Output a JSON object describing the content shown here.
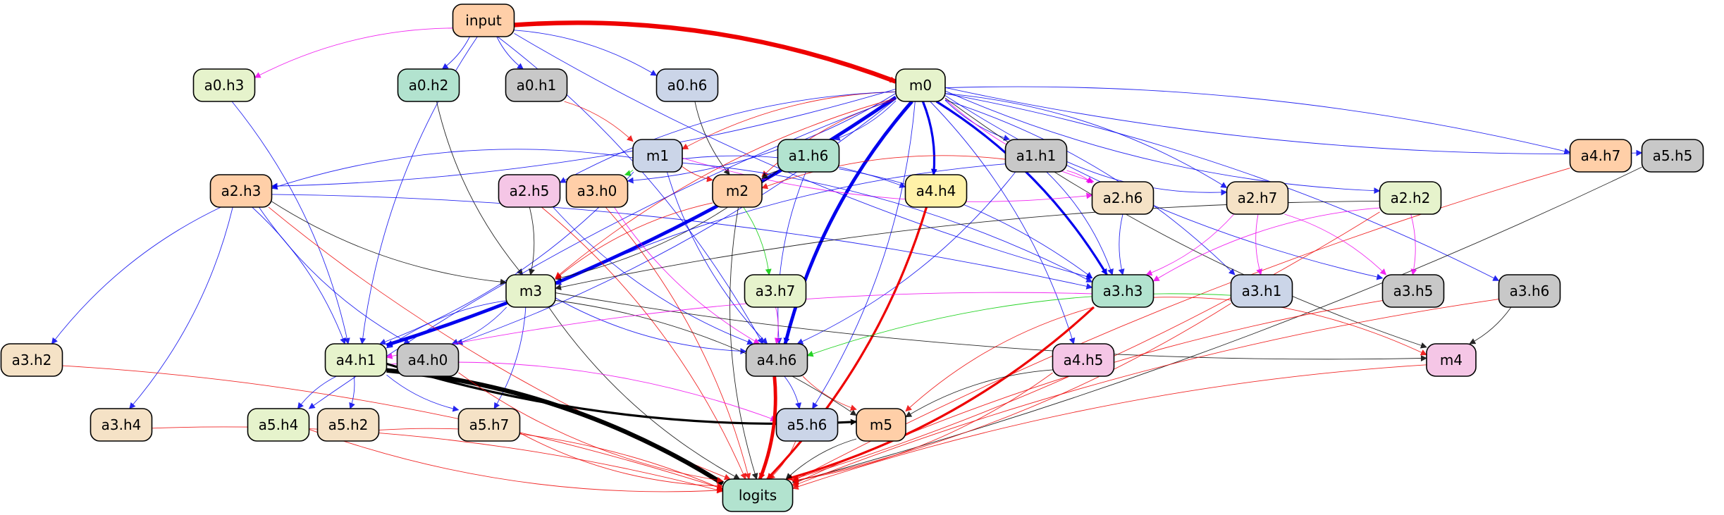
{
  "colors": {
    "peach": "#FFCFA8",
    "lightgreen": "#E6F3CC",
    "teal": "#B2E3CF",
    "gray": "#C8C8C8",
    "slate": "#CBD5E8",
    "pink": "#F5C6E6",
    "beige": "#F5E2C6",
    "yellow": "#FFF2A8",
    "blue": "#0000EE",
    "red": "#EE0000",
    "magenta": "#EE00EE",
    "green": "#00CC00",
    "black": "#000000"
  },
  "nodes": [
    {
      "id": "input",
      "label": "input",
      "fill": "peach"
    },
    {
      "id": "a0.h3",
      "label": "a0.h3",
      "fill": "lightgreen"
    },
    {
      "id": "a0.h2",
      "label": "a0.h2",
      "fill": "teal"
    },
    {
      "id": "a0.h1",
      "label": "a0.h1",
      "fill": "gray"
    },
    {
      "id": "a0.h6",
      "label": "a0.h6",
      "fill": "slate"
    },
    {
      "id": "m0",
      "label": "m0",
      "fill": "lightgreen"
    },
    {
      "id": "m1",
      "label": "m1",
      "fill": "slate"
    },
    {
      "id": "a1.h6",
      "label": "a1.h6",
      "fill": "teal"
    },
    {
      "id": "a1.h1",
      "label": "a1.h1",
      "fill": "gray"
    },
    {
      "id": "a4.h7",
      "label": "a4.h7",
      "fill": "peach"
    },
    {
      "id": "a5.h5",
      "label": "a5.h5",
      "fill": "gray"
    },
    {
      "id": "a2.h3",
      "label": "a2.h3",
      "fill": "peach"
    },
    {
      "id": "a2.h5",
      "label": "a2.h5",
      "fill": "pink"
    },
    {
      "id": "a3.h0",
      "label": "a3.h0",
      "fill": "peach"
    },
    {
      "id": "m2",
      "label": "m2",
      "fill": "peach"
    },
    {
      "id": "a4.h4",
      "label": "a4.h4",
      "fill": "yellow"
    },
    {
      "id": "a2.h6",
      "label": "a2.h6",
      "fill": "beige"
    },
    {
      "id": "a2.h7",
      "label": "a2.h7",
      "fill": "beige"
    },
    {
      "id": "a2.h2",
      "label": "a2.h2",
      "fill": "lightgreen"
    },
    {
      "id": "m3",
      "label": "m3",
      "fill": "lightgreen"
    },
    {
      "id": "a3.h7",
      "label": "a3.h7",
      "fill": "lightgreen"
    },
    {
      "id": "a3.h3",
      "label": "a3.h3",
      "fill": "teal"
    },
    {
      "id": "a3.h1",
      "label": "a3.h1",
      "fill": "slate"
    },
    {
      "id": "a3.h5",
      "label": "a3.h5",
      "fill": "gray"
    },
    {
      "id": "a3.h6",
      "label": "a3.h6",
      "fill": "gray"
    },
    {
      "id": "a3.h2",
      "label": "a3.h2",
      "fill": "beige"
    },
    {
      "id": "a4.h1",
      "label": "a4.h1",
      "fill": "lightgreen"
    },
    {
      "id": "a4.h0",
      "label": "a4.h0",
      "fill": "gray"
    },
    {
      "id": "a4.h6",
      "label": "a4.h6",
      "fill": "gray"
    },
    {
      "id": "a4.h5",
      "label": "a4.h5",
      "fill": "pink"
    },
    {
      "id": "m4",
      "label": "m4",
      "fill": "pink"
    },
    {
      "id": "a3.h4",
      "label": "a3.h4",
      "fill": "beige"
    },
    {
      "id": "a5.h4",
      "label": "a5.h4",
      "fill": "lightgreen"
    },
    {
      "id": "a5.h2",
      "label": "a5.h2",
      "fill": "beige"
    },
    {
      "id": "a5.h7",
      "label": "a5.h7",
      "fill": "beige"
    },
    {
      "id": "a5.h6",
      "label": "a5.h6",
      "fill": "slate"
    },
    {
      "id": "m5",
      "label": "m5",
      "fill": "peach"
    },
    {
      "id": "logits",
      "label": "logits",
      "fill": "teal"
    }
  ],
  "edges": [
    {
      "from": "input",
      "to": "m0",
      "color": "red",
      "weight": 4
    },
    {
      "from": "input",
      "to": "a0.h3",
      "color": "magenta",
      "weight": 1
    },
    {
      "from": "input",
      "to": "a0.h2",
      "color": "blue",
      "weight": 1
    },
    {
      "from": "input",
      "to": "a0.h1",
      "color": "blue",
      "weight": 1
    },
    {
      "from": "input",
      "to": "a0.h6",
      "color": "blue",
      "weight": 1
    },
    {
      "from": "input",
      "to": "a4.h1",
      "color": "blue",
      "weight": 1
    },
    {
      "from": "input",
      "to": "a4.h6",
      "color": "blue",
      "weight": 1
    },
    {
      "from": "input",
      "to": "a3.h3",
      "color": "blue",
      "weight": 1
    },
    {
      "from": "a0.h3",
      "to": "a4.h1",
      "color": "blue",
      "weight": 1
    },
    {
      "from": "a0.h2",
      "to": "m3",
      "color": "black",
      "weight": 1
    },
    {
      "from": "a0.h1",
      "to": "m1",
      "color": "red",
      "weight": 1
    },
    {
      "from": "a0.h6",
      "to": "m2",
      "color": "black",
      "weight": 1
    },
    {
      "from": "m0",
      "to": "a4.h1",
      "color": "blue",
      "weight": 3
    },
    {
      "from": "m0",
      "to": "a4.h6",
      "color": "blue",
      "weight": 3
    },
    {
      "from": "m0",
      "to": "a3.h3",
      "color": "blue",
      "weight": 2
    },
    {
      "from": "m0",
      "to": "m1",
      "color": "red",
      "weight": 1
    },
    {
      "from": "m0",
      "to": "a1.h6",
      "color": "blue",
      "weight": 1
    },
    {
      "from": "m0",
      "to": "a1.h1",
      "color": "blue",
      "weight": 1
    },
    {
      "from": "m0",
      "to": "a4.h7",
      "color": "blue",
      "weight": 1
    },
    {
      "from": "m0",
      "to": "a5.h5",
      "color": "blue",
      "weight": 1
    },
    {
      "from": "m0",
      "to": "a2.h3",
      "color": "blue",
      "weight": 1
    },
    {
      "from": "m0",
      "to": "a2.h5",
      "color": "blue",
      "weight": 1
    },
    {
      "from": "m0",
      "to": "a3.h0",
      "color": "blue",
      "weight": 1
    },
    {
      "from": "m0",
      "to": "m2",
      "color": "red",
      "weight": 1
    },
    {
      "from": "m0",
      "to": "a4.h4",
      "color": "blue",
      "weight": 2
    },
    {
      "from": "m0",
      "to": "a2.h6",
      "color": "magenta",
      "weight": 1
    },
    {
      "from": "m0",
      "to": "a2.h7",
      "color": "blue",
      "weight": 1
    },
    {
      "from": "m0",
      "to": "a2.h2",
      "color": "blue",
      "weight": 1
    },
    {
      "from": "m0",
      "to": "a3.h1",
      "color": "blue",
      "weight": 1
    },
    {
      "from": "m0",
      "to": "a3.h5",
      "color": "blue",
      "weight": 1
    },
    {
      "from": "m0",
      "to": "a3.h6",
      "color": "blue",
      "weight": 1
    },
    {
      "from": "m0",
      "to": "m4",
      "color": "black",
      "weight": 1
    },
    {
      "from": "m0",
      "to": "a4.h5",
      "color": "blue",
      "weight": 1
    },
    {
      "from": "m0",
      "to": "m3",
      "color": "red",
      "weight": 1
    },
    {
      "from": "m0",
      "to": "a4.h0",
      "color": "blue",
      "weight": 1
    },
    {
      "from": "m0",
      "to": "a5.h4",
      "color": "blue",
      "weight": 1
    },
    {
      "from": "m0",
      "to": "a5.h6",
      "color": "blue",
      "weight": 1
    },
    {
      "from": "m1",
      "to": "a2.h3",
      "color": "blue",
      "weight": 1
    },
    {
      "from": "m1",
      "to": "a3.h0",
      "color": "green",
      "weight": 1
    },
    {
      "from": "m1",
      "to": "m2",
      "color": "red",
      "weight": 1
    },
    {
      "from": "m1",
      "to": "a4.h4",
      "color": "blue",
      "weight": 1
    },
    {
      "from": "m1",
      "to": "a2.h6",
      "color": "magenta",
      "weight": 1
    },
    {
      "from": "m1",
      "to": "a4.h1",
      "color": "blue",
      "weight": 1
    },
    {
      "from": "m1",
      "to": "a4.h6",
      "color": "blue",
      "weight": 1
    },
    {
      "from": "m1",
      "to": "a3.h3",
      "color": "blue",
      "weight": 1
    },
    {
      "from": "a1.h6",
      "to": "m2",
      "color": "black",
      "weight": 1
    },
    {
      "from": "a1.h6",
      "to": "m3",
      "color": "black",
      "weight": 1
    },
    {
      "from": "a1.h6",
      "to": "a4.h6",
      "color": "blue",
      "weight": 1
    },
    {
      "from": "a1.h6",
      "to": "a3.h3",
      "color": "blue",
      "weight": 1
    },
    {
      "from": "a1.h1",
      "to": "m2",
      "color": "red",
      "weight": 1
    },
    {
      "from": "a1.h1",
      "to": "a2.h6",
      "color": "magenta",
      "weight": 1
    },
    {
      "from": "a1.h1",
      "to": "a2.h7",
      "color": "blue",
      "weight": 1
    },
    {
      "from": "a1.h1",
      "to": "a3.h3",
      "color": "blue",
      "weight": 1
    },
    {
      "from": "a1.h1",
      "to": "m3",
      "color": "blue",
      "weight": 1
    },
    {
      "from": "a1.h1",
      "to": "a4.h6",
      "color": "blue",
      "weight": 1
    },
    {
      "from": "a4.h7",
      "to": "logits",
      "color": "red",
      "weight": 1
    },
    {
      "from": "a5.h5",
      "to": "logits",
      "color": "black",
      "weight": 1
    },
    {
      "from": "a2.h3",
      "to": "a3.h2",
      "color": "blue",
      "weight": 1
    },
    {
      "from": "a2.h3",
      "to": "a3.h4",
      "color": "blue",
      "weight": 1
    },
    {
      "from": "a2.h3",
      "to": "m3",
      "color": "black",
      "weight": 1
    },
    {
      "from": "a2.h3",
      "to": "a4.h1",
      "color": "blue",
      "weight": 1
    },
    {
      "from": "a2.h3",
      "to": "a4.h0",
      "color": "blue",
      "weight": 1
    },
    {
      "from": "a2.h3",
      "to": "a3.h3",
      "color": "blue",
      "weight": 1
    },
    {
      "from": "a2.h3",
      "to": "logits",
      "color": "red",
      "weight": 1
    },
    {
      "from": "a2.h5",
      "to": "m3",
      "color": "black",
      "weight": 1
    },
    {
      "from": "a2.h5",
      "to": "a4.h6",
      "color": "blue",
      "weight": 1
    },
    {
      "from": "a2.h5",
      "to": "logits",
      "color": "red",
      "weight": 1
    },
    {
      "from": "a3.h0",
      "to": "a4.h6",
      "color": "magenta",
      "weight": 1
    },
    {
      "from": "a3.h0",
      "to": "logits",
      "color": "red",
      "weight": 1
    },
    {
      "from": "m2",
      "to": "m3",
      "color": "red",
      "weight": 1
    },
    {
      "from": "m2",
      "to": "a3.h7",
      "color": "green",
      "weight": 1
    },
    {
      "from": "m2",
      "to": "logits",
      "color": "black",
      "weight": 1
    },
    {
      "from": "a4.h4",
      "to": "logits",
      "color": "red",
      "weight": 2
    },
    {
      "from": "a2.h6",
      "to": "a3.h3",
      "color": "blue",
      "weight": 1
    },
    {
      "from": "a2.h7",
      "to": "a3.h3",
      "color": "magenta",
      "weight": 1
    },
    {
      "from": "a2.h7",
      "to": "a3.h1",
      "color": "magenta",
      "weight": 1
    },
    {
      "from": "a2.h7",
      "to": "a3.h5",
      "color": "magenta",
      "weight": 1
    },
    {
      "from": "a2.h2",
      "to": "a3.h3",
      "color": "magenta",
      "weight": 1
    },
    {
      "from": "a2.h2",
      "to": "a3.h5",
      "color": "magenta",
      "weight": 1
    },
    {
      "from": "a2.h2",
      "to": "m3",
      "color": "black",
      "weight": 1
    },
    {
      "from": "a2.h2",
      "to": "logits",
      "color": "red",
      "weight": 1
    },
    {
      "from": "m3",
      "to": "a4.h1",
      "color": "blue",
      "weight": 1
    },
    {
      "from": "m3",
      "to": "a4.h0",
      "color": "blue",
      "weight": 1
    },
    {
      "from": "m3",
      "to": "a4.h6",
      "color": "blue",
      "weight": 1
    },
    {
      "from": "m3",
      "to": "a5.h7",
      "color": "blue",
      "weight": 1
    },
    {
      "from": "m3",
      "to": "m4",
      "color": "black",
      "weight": 1
    },
    {
      "from": "m3",
      "to": "m5",
      "color": "black",
      "weight": 1
    },
    {
      "from": "m3",
      "to": "logits",
      "color": "black",
      "weight": 1
    },
    {
      "from": "a3.h7",
      "to": "a4.h6",
      "color": "magenta",
      "weight": 1
    },
    {
      "from": "a3.h3",
      "to": "a4.h1",
      "color": "magenta",
      "weight": 1
    },
    {
      "from": "a3.h3",
      "to": "m4",
      "color": "red",
      "weight": 1
    },
    {
      "from": "a3.h3",
      "to": "m5",
      "color": "red",
      "weight": 1
    },
    {
      "from": "a3.h3",
      "to": "logits",
      "color": "red",
      "weight": 2
    },
    {
      "from": "a3.h1",
      "to": "a4.h6",
      "color": "green",
      "weight": 1
    },
    {
      "from": "a3.h1",
      "to": "logits",
      "color": "red",
      "weight": 1
    },
    {
      "from": "a3.h5",
      "to": "logits",
      "color": "red",
      "weight": 1
    },
    {
      "from": "a3.h6",
      "to": "m4",
      "color": "black",
      "weight": 1
    },
    {
      "from": "a3.h6",
      "to": "logits",
      "color": "red",
      "weight": 1
    },
    {
      "from": "a3.h2",
      "to": "logits",
      "color": "red",
      "weight": 1
    },
    {
      "from": "a4.h1",
      "to": "a5.h4",
      "color": "blue",
      "weight": 1
    },
    {
      "from": "a4.h1",
      "to": "a5.h2",
      "color": "blue",
      "weight": 1
    },
    {
      "from": "a4.h1",
      "to": "a5.h7",
      "color": "blue",
      "weight": 1
    },
    {
      "from": "a4.h1",
      "to": "a5.h6",
      "color": "magenta",
      "weight": 1
    },
    {
      "from": "a4.h1",
      "to": "m5",
      "color": "black",
      "weight": 2
    },
    {
      "from": "a4.h1",
      "to": "logits",
      "color": "black",
      "weight": 4
    },
    {
      "from": "a4.h0",
      "to": "logits",
      "color": "red",
      "weight": 1
    },
    {
      "from": "a4.h6",
      "to": "a5.h6",
      "color": "blue",
      "weight": 1
    },
    {
      "from": "a4.h6",
      "to": "m5",
      "color": "red",
      "weight": 1
    },
    {
      "from": "a4.h6",
      "to": "logits",
      "color": "red",
      "weight": 3
    },
    {
      "from": "a4.h5",
      "to": "m5",
      "color": "black",
      "weight": 1
    },
    {
      "from": "a4.h5",
      "to": "logits",
      "color": "red",
      "weight": 1
    },
    {
      "from": "m4",
      "to": "logits",
      "color": "red",
      "weight": 1
    },
    {
      "from": "a3.h4",
      "to": "logits",
      "color": "red",
      "weight": 1
    },
    {
      "from": "a5.h4",
      "to": "logits",
      "color": "red",
      "weight": 1
    },
    {
      "from": "a5.h2",
      "to": "logits",
      "color": "red",
      "weight": 1
    },
    {
      "from": "a5.h7",
      "to": "logits",
      "color": "red",
      "weight": 1
    },
    {
      "from": "a5.h6",
      "to": "logits",
      "color": "red",
      "weight": 1
    },
    {
      "from": "m5",
      "to": "logits",
      "color": "black",
      "weight": 1
    }
  ]
}
